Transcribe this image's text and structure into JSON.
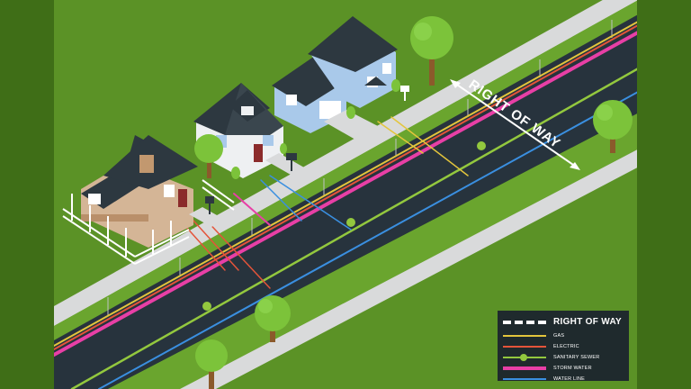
{
  "road_label": "RIGHT OF WAY",
  "legend": {
    "title": "RIGHT OF WAY",
    "items": [
      {
        "label": "GAS",
        "color": "#e3c53c",
        "icon": "gas-line-swatch"
      },
      {
        "label": "ELECTRIC",
        "color": "#e4543a",
        "icon": "electric-line-swatch"
      },
      {
        "label": "SANITARY SEWER",
        "color": "#93c83e",
        "icon": "sanitary-sewer-swatch"
      },
      {
        "label": "STORM WATER",
        "color": "#e83fa6",
        "icon": "storm-water-swatch"
      },
      {
        "label": "WATER LINE",
        "color": "#3a8fe0",
        "icon": "water-line-swatch"
      }
    ]
  },
  "colors": {
    "grass": "#5b9226",
    "grass_dark": "#4a7f1c",
    "road": "#27333d",
    "sidewalk": "#d9dadb",
    "house_roof": "#2d3840",
    "house_blue": "#a9c9ea",
    "house_white": "#eef0f2",
    "house_tan": "#d4b596",
    "tree": "#7cc33a"
  }
}
